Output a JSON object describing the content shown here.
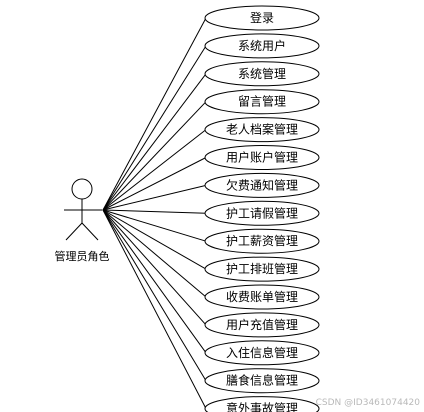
{
  "actor": {
    "label": "管理员角色"
  },
  "use_cases": [
    "登录",
    "系统用户",
    "系统管理",
    "留言管理",
    "老人档案管理",
    "用户账户管理",
    "欠费通知管理",
    "护工请假管理",
    "护工薪资管理",
    "护工排班管理",
    "收费账单管理",
    "用户充值管理",
    "入住信息管理",
    "膳食信息管理",
    "意外事故管理"
  ],
  "watermark": "CSDN @ID3461074420",
  "colors": {
    "stroke": "#000000",
    "ellipse_fill": "#ffffff",
    "watermark": "#b9b9b9"
  }
}
